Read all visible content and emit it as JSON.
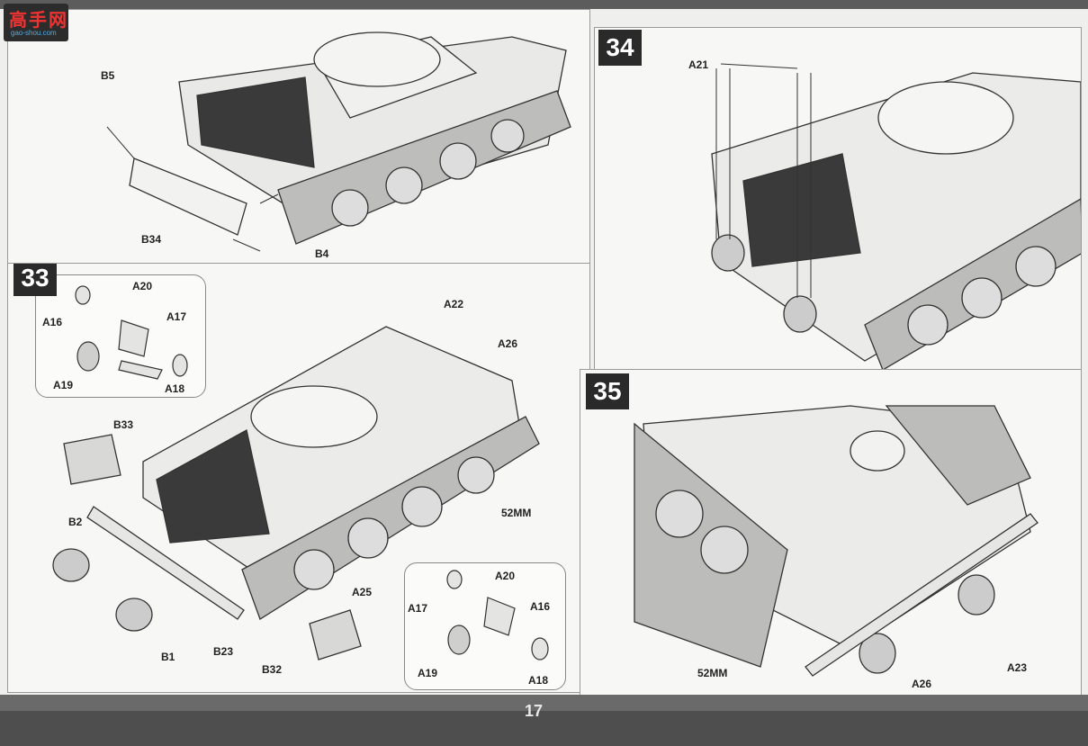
{
  "watermark": {
    "title": "高手网",
    "subtitle": "gao-shou.com"
  },
  "page_number": "17",
  "steps": {
    "step32": {
      "labels": {
        "b5": "B5",
        "b34": "B34",
        "b4": "B4"
      }
    },
    "step33": {
      "number": "33",
      "labels": {
        "a16_top": "A16",
        "a20_top": "A20",
        "a17_top": "A17",
        "a19_top": "A19",
        "a18_top": "A18",
        "a22": "A22",
        "a26": "A26",
        "b33": "B33",
        "b2": "B2",
        "mm52": "52MM",
        "a25": "A25",
        "b1": "B1",
        "b23": "B23",
        "b32": "B32",
        "a20_bot": "A20",
        "a17_bot": "A17",
        "a16_bot": "A16",
        "a19_bot": "A19",
        "a18_bot": "A18"
      }
    },
    "step34": {
      "number": "34",
      "labels": {
        "a21": "A21"
      }
    },
    "step35": {
      "number": "35",
      "labels": {
        "mm52": "52MM",
        "a26": "A26",
        "a23": "A23"
      }
    }
  }
}
